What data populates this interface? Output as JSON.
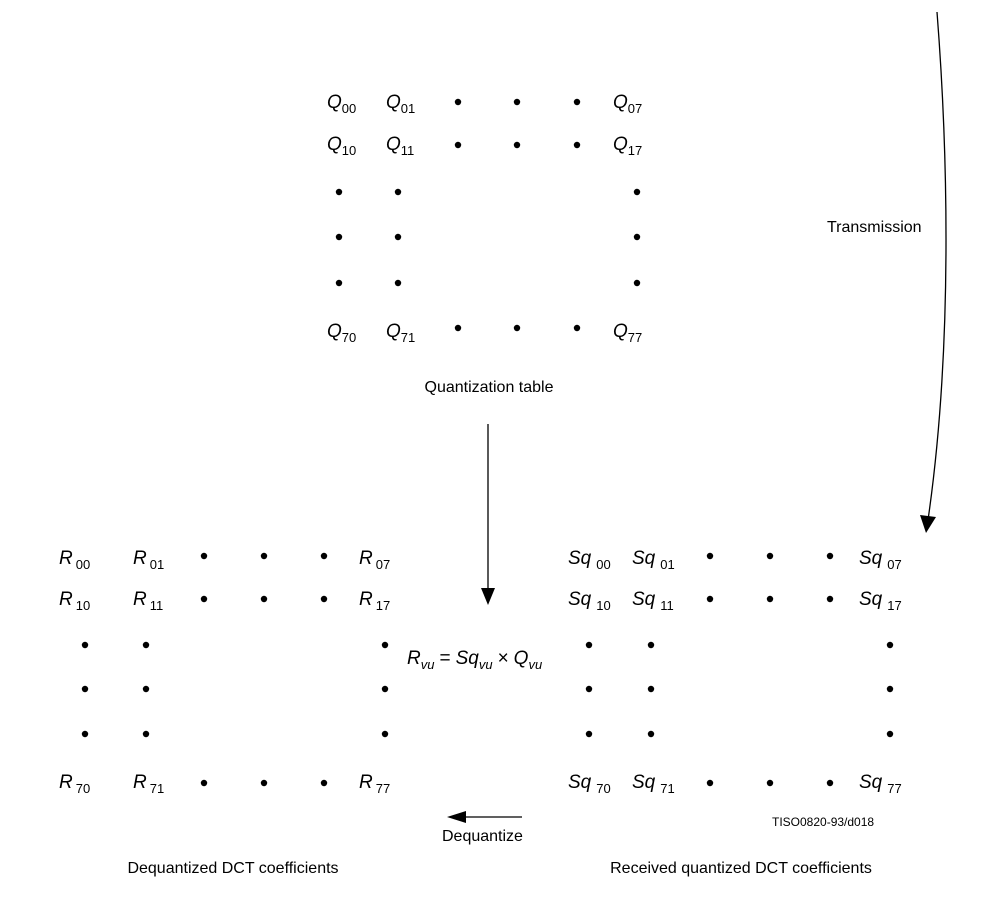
{
  "matrices": {
    "quantization": {
      "corners": {
        "r0c0": {
          "base": "Q",
          "sub": "00"
        },
        "r0c1": {
          "base": "Q",
          "sub": "01"
        },
        "r0c7": {
          "base": "Q",
          "sub": "07"
        },
        "r1c0": {
          "base": "Q",
          "sub": "10"
        },
        "r1c1": {
          "base": "Q",
          "sub": "11"
        },
        "r1c7": {
          "base": "Q",
          "sub": "17"
        },
        "r7c0": {
          "base": "Q",
          "sub": "70"
        },
        "r7c1": {
          "base": "Q",
          "sub": "71"
        },
        "r7c7": {
          "base": "Q",
          "sub": "77"
        }
      },
      "caption": "Quantization table"
    },
    "dequantized": {
      "corners": {
        "r0c0": {
          "base": "R",
          "sub": "00"
        },
        "r0c1": {
          "base": "R",
          "sub": "01"
        },
        "r0c7": {
          "base": "R",
          "sub": "07"
        },
        "r1c0": {
          "base": "R",
          "sub": "10"
        },
        "r1c1": {
          "base": "R",
          "sub": "11"
        },
        "r1c7": {
          "base": "R",
          "sub": "17"
        },
        "r7c0": {
          "base": "R",
          "sub": "70"
        },
        "r7c1": {
          "base": "R",
          "sub": "71"
        },
        "r7c7": {
          "base": "R",
          "sub": "77"
        }
      },
      "caption": "Dequantized DCT coefficients"
    },
    "received": {
      "corners": {
        "r0c0": {
          "base": "Sq",
          "sub": "00"
        },
        "r0c1": {
          "base": "Sq",
          "sub": "01"
        },
        "r0c7": {
          "base": "Sq",
          "sub": "07"
        },
        "r1c0": {
          "base": "Sq",
          "sub": "10"
        },
        "r1c1": {
          "base": "Sq",
          "sub": "11"
        },
        "r1c7": {
          "base": "Sq",
          "sub": "17"
        },
        "r7c0": {
          "base": "Sq",
          "sub": "70"
        },
        "r7c1": {
          "base": "Sq",
          "sub": "71"
        },
        "r7c7": {
          "base": "Sq",
          "sub": "77"
        }
      },
      "caption": "Received quantized DCT coefficients"
    }
  },
  "equation": {
    "lhs": "R",
    "lhs_sub": "vu",
    "equals": "=",
    "term1": "Sq",
    "term1_sub": "vu",
    "times": "×",
    "term2": "Q",
    "term2_sub": "vu"
  },
  "labels": {
    "transmission": "Transmission",
    "dequantize": "Dequantize",
    "figure_ref": "TISO0820-93/d018"
  }
}
